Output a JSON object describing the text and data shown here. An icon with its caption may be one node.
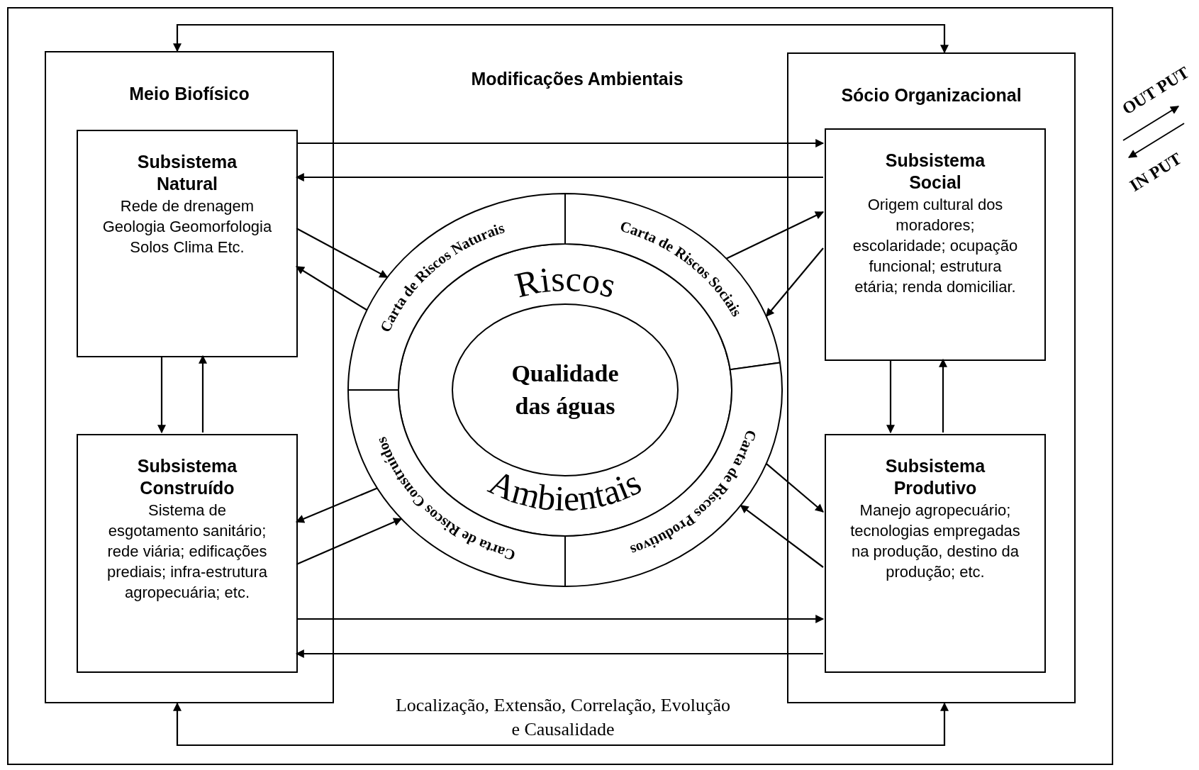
{
  "diagram": {
    "nodes": [
      {
        "text": [
          "Meio Biofísico"
        ]
      },
      {
        "text": [
          "Subsistema Natural",
          "Rede de drenagem Geologia Geomorfologia Solos Clima Etc."
        ],
        "in": 0
      },
      {
        "text": [
          "Subsistema Construído",
          "Sistema de esgotamento sanitário; rede viária; edificações prediais; infra-estrutura agropecuária; etc."
        ],
        "in": 0
      },
      {
        "text": [
          "Sócio Organizacional"
        ]
      },
      {
        "text": [
          "Subsistema Social",
          "Origem cultural dos moradores; escolaridade; ocupação funcional; estrutura etária; renda domiciliar."
        ],
        "in": 3
      },
      {
        "text": [
          "Subsistema Produtivo",
          "Manejo agropecuário; tecnologias empregadas na produção, destino da produção; etc."
        ],
        "in": 3
      },
      {
        "text": [
          "Carta de Riscos Naturais"
        ]
      },
      {
        "text": [
          "Carta de Riscos Sociais"
        ]
      },
      {
        "text": [
          "Carta de Riscos Produtivos"
        ]
      },
      {
        "text": [
          "Carta de Riscos Construídos"
        ]
      },
      {
        "text": [
          "Riscos",
          "Ambientais"
        ]
      },
      {
        "text": [
          "Qualidade das águas"
        ],
        "in": 10
      }
    ],
    "edges": [
      {
        "from": 0,
        "to": 3,
        "arrow": "both"
      },
      {
        "from": 0,
        "to": 3,
        "arrow": "both"
      },
      {
        "from": 1,
        "to": 4,
        "arrow": "to"
      },
      {
        "from": 4,
        "to": 1,
        "arrow": "to"
      },
      {
        "from": 2,
        "to": 5,
        "arrow": "to"
      },
      {
        "from": 5,
        "to": 2,
        "arrow": "to"
      },
      {
        "from": 1,
        "to": 2,
        "arrow": "to"
      },
      {
        "from": 2,
        "to": 1,
        "arrow": "to"
      },
      {
        "from": 4,
        "to": 5,
        "arrow": "to"
      },
      {
        "from": 5,
        "to": 4,
        "arrow": "to"
      },
      {
        "from": 1,
        "to": 6,
        "arrow": "to"
      },
      {
        "from": 6,
        "to": 1,
        "arrow": "to"
      },
      {
        "from": 4,
        "to": 7,
        "arrow": "to"
      },
      {
        "from": 7,
        "to": 4,
        "arrow": "to"
      },
      {
        "from": 8,
        "to": 5,
        "arrow": "to"
      },
      {
        "from": 5,
        "to": 8,
        "arrow": "to"
      },
      {
        "from": 9,
        "to": 2,
        "arrow": "to"
      },
      {
        "from": 2,
        "to": 9,
        "arrow": "to"
      }
    ],
    "labels": [
      "Modificações Ambientais",
      "Localização, Extensão, Correlação, Evolução e Causalidade",
      "OUT PUT",
      "IN PUT"
    ]
  }
}
